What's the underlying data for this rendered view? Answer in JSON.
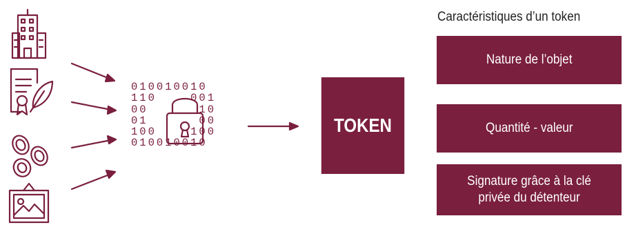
{
  "binary": {
    "rows": [
      "010010010",
      "110    001",
      "00      10",
      "01      00",
      "100    100",
      "010010010"
    ]
  },
  "token": {
    "label": "TOKEN"
  },
  "characteristics": {
    "title": "Caractéristiques d’un token",
    "items": [
      {
        "label": "Nature de l’objet"
      },
      {
        "label": "Quantité - valeur"
      },
      {
        "label": "Signature grâce à la clé privée du détenteur"
      }
    ]
  },
  "colors": {
    "accent": "#7a1f3d",
    "text": "#222222"
  },
  "icons": [
    "building-icon",
    "certificate-icon",
    "coins-icon",
    "painting-icon",
    "padlock-icon"
  ]
}
